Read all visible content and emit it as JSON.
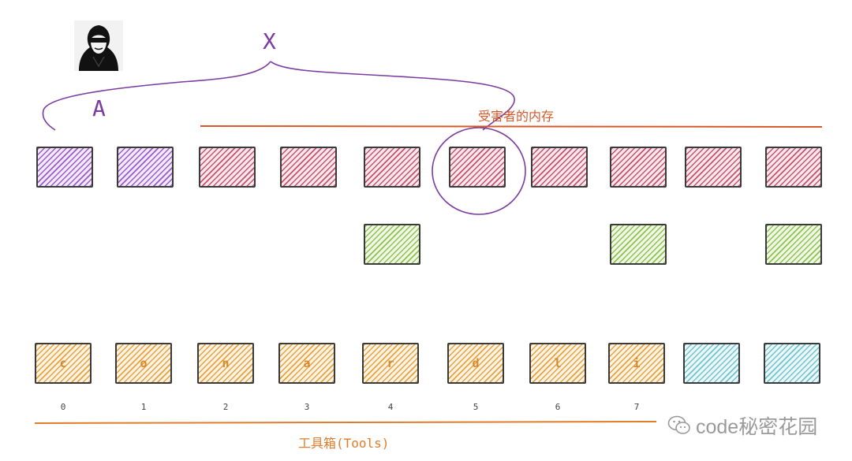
{
  "labels": {
    "attacker_var": "X",
    "accessor": "A",
    "victim_memory": "受害者的内存",
    "toolbox": "工具箱(Tools)"
  },
  "watermark": "code秘密花园",
  "icons": {
    "attacker": "hacker-avatar-icon",
    "wechat": "wechat-logo-icon"
  },
  "colors": {
    "purple": "#9b59d0",
    "red": "#c8506e",
    "green": "#8bc34a",
    "orange": "#e8a23c",
    "cyan": "#6fc3cf",
    "victim_line": "#d45a2a",
    "tools_line": "#e07c2a",
    "arc": "#7b3aa0"
  },
  "rows": {
    "memory": [
      "purple",
      "purple",
      "red",
      "red",
      "red",
      "red",
      "red",
      "red",
      "red",
      "red"
    ],
    "cache": [
      "",
      "",
      "",
      "",
      "green",
      "",
      "",
      "green",
      "",
      "green"
    ],
    "tools": [
      {
        "char": "c",
        "color": "orange"
      },
      {
        "char": "o",
        "color": "orange"
      },
      {
        "char": "n",
        "color": "orange"
      },
      {
        "char": "a",
        "color": "orange"
      },
      {
        "char": "r",
        "color": "orange"
      },
      {
        "char": "d",
        "color": "orange"
      },
      {
        "char": "l",
        "color": "orange"
      },
      {
        "char": "i",
        "color": "orange"
      },
      {
        "char": "",
        "color": "cyan"
      },
      {
        "char": "",
        "color": "cyan"
      }
    ],
    "indices": [
      "0",
      "1",
      "2",
      "3",
      "4",
      "5",
      "6",
      "7"
    ]
  }
}
